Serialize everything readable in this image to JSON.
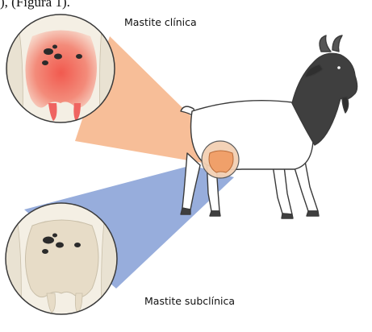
{
  "cropped_top_text": "), (Figura 1).",
  "labels": {
    "clinical": "Mastite clínica",
    "subclinical": "Mastite subclínica"
  },
  "colors": {
    "clinical_beam": "#f6b88f",
    "subclinical_beam": "#8ea6d9",
    "udder_inflamed": "#ef6461",
    "udder_normal": "#e7dcc7",
    "goat_body": "#ffffff",
    "goat_head": "#3f3f3f",
    "outline": "#3a3a3a",
    "udder_highlight": "#f0a06a"
  },
  "icons": [
    "goat-illustration",
    "zoom-circle-clinical",
    "zoom-circle-subclinical",
    "udder-magnifier"
  ]
}
